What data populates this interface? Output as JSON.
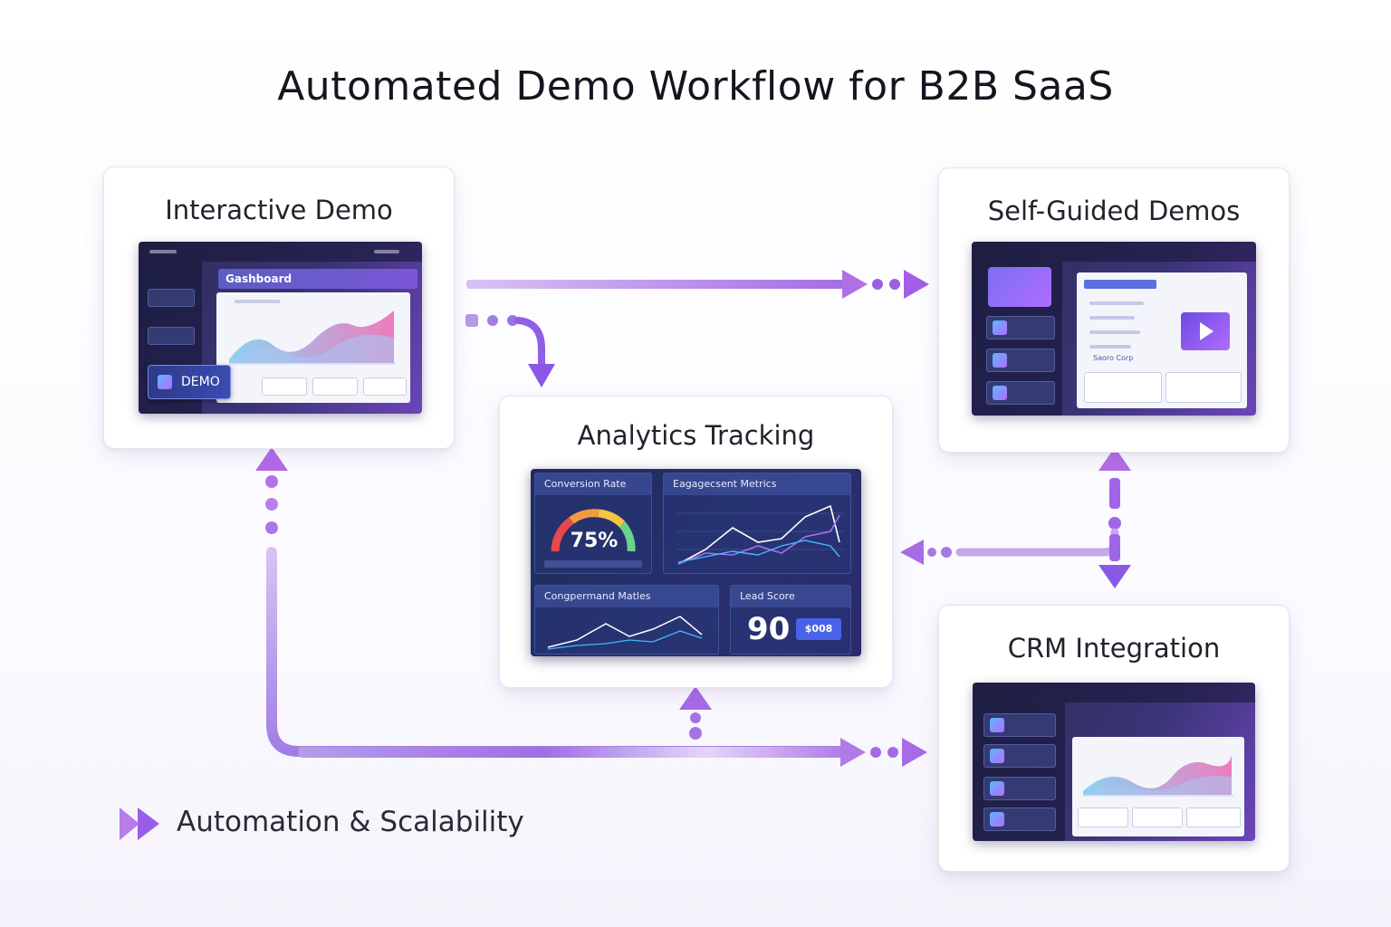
{
  "title": "Automated Demo Workflow for B2B SaaS",
  "cards": {
    "interactive": {
      "title": "Interactive Demo",
      "dashboard_label": "Gashboard",
      "badge": "DEMO"
    },
    "self_guided": {
      "title": "Self-Guided Demos",
      "company_label": "Saoro Corp"
    },
    "analytics": {
      "title": "Analytics Tracking",
      "conversion_label": "Conversion Rate",
      "conversion_value": "75%",
      "engagement_label": "Eagagecsent Metrics",
      "comparison_label": "Congpermand Matles",
      "lead_label": "Lead Score",
      "lead_value": "90",
      "lead_badge": "$008"
    },
    "crm": {
      "title": "CRM Integration"
    }
  },
  "legend": {
    "label": "Automation & Scalability"
  },
  "colors": {
    "accent_purple": "#9b5de5",
    "arrow_light": "#c7a6ec",
    "navy_panel": "#27306c",
    "gauge_red": "#e5484d",
    "gauge_yellow": "#f5c542",
    "gauge_green": "#6cd38b"
  }
}
